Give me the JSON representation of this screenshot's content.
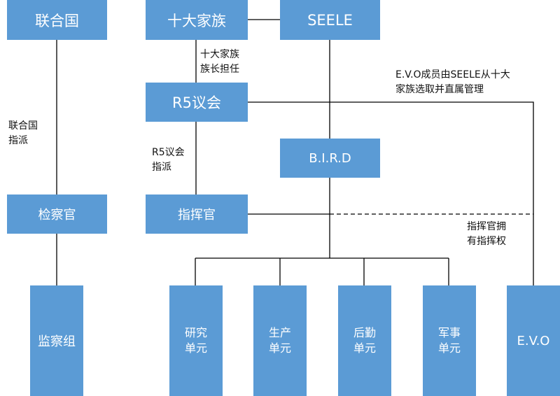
{
  "colors": {
    "box_fill": "#5b9bd5",
    "box_text": "#ffffff",
    "line": "#000000"
  },
  "nodes": {
    "un": "联合国",
    "ten_families": "十大家族",
    "seele": "SEELE",
    "r5": "R5议会",
    "bird": "B.I.R.D",
    "inspector": "检察官",
    "commander": "指挥官",
    "supervision": "监察组",
    "research": [
      "研究",
      "单元"
    ],
    "production": [
      "生产",
      "单元"
    ],
    "logistics": [
      "后勤",
      "单元"
    ],
    "military": [
      "军事",
      "单元"
    ],
    "evo": "E.V.O"
  },
  "labels": {
    "families_head": [
      "十大家族",
      "族长担任"
    ],
    "evo_selection": [
      "E.V.O成员由SEELE从十大",
      "家族选取并直属管理"
    ],
    "un_appoint": [
      "联合国",
      "指派"
    ],
    "r5_appoint": [
      "R5议会",
      "指派"
    ],
    "command_right": [
      "指挥官拥",
      "有指挥权"
    ]
  }
}
